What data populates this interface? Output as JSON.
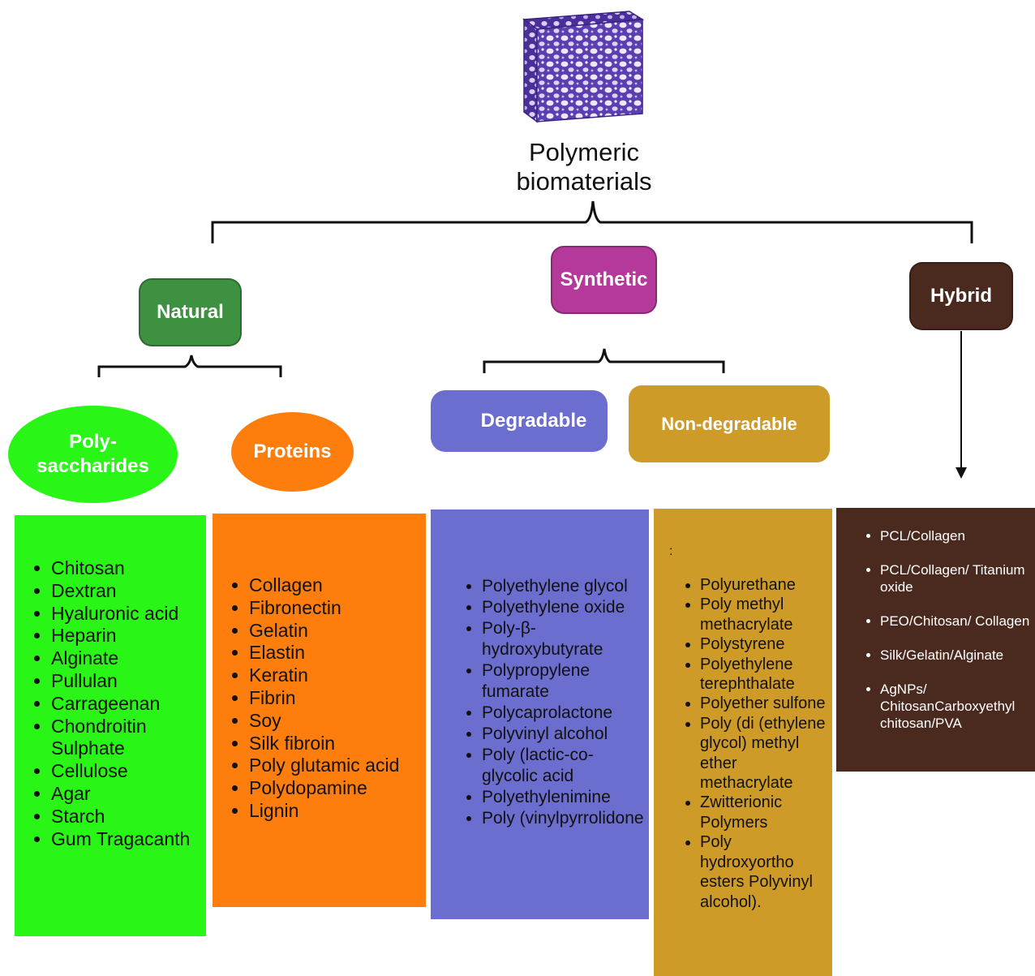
{
  "title": "Polymeric\nbiomaterials",
  "categories": {
    "natural": "Natural",
    "synthetic": "Synthetic",
    "hybrid": "Hybrid"
  },
  "subcategories": {
    "polysaccharides": "Poly-\nsaccharides",
    "proteins": "Proteins",
    "degradable": "Degradable",
    "non_degradable": "Non-degradable"
  },
  "lists": {
    "polysaccharides": [
      "Chitosan",
      "Dextran",
      "Hyaluronic acid",
      "Heparin",
      "Alginate",
      "Pullulan",
      "Carrageenan",
      "Chondroitin Sulphate",
      "Cellulose",
      "Agar",
      "Starch",
      "Gum Tragacanth"
    ],
    "proteins": [
      "Collagen",
      "Fibronectin",
      "Gelatin",
      "Elastin",
      "Keratin",
      "Fibrin",
      "Soy",
      "Silk fibroin",
      "Poly glutamic acid",
      "Polydopamine",
      "Lignin"
    ],
    "degradable": [
      "Polyethylene glycol",
      "Polyethylene oxide",
      "Poly-β-hydroxybutyrate",
      " Polypropylene fumarate",
      " Polycaprolactone",
      "Polyvinyl alcohol",
      "Poly (lactic-co-glycolic acid",
      "Polyethylenimine",
      "Poly (vinylpyrrolidone"
    ],
    "non_degradable_prefix": ":",
    "non_degradable": [
      "Polyurethane",
      "Poly methyl methacrylate",
      "Polystyrene",
      "Polyethylene terephthalate",
      "Polyether sulfone",
      "Poly (di (ethylene glycol) methyl ether methacrylate",
      "Zwitterionic Polymers",
      "Poly hydroxyortho esters Polyvinyl alcohol)."
    ],
    "hybrid": [
      "PCL/Collagen",
      "PCL/Collagen/ Titanium oxide",
      "PEO/Chitosan/ Collagen",
      "Silk/Gelatin/Alginate",
      "AgNPs/ ChitosanCarboxyethyl chitosan/PVA"
    ]
  },
  "colors": {
    "natural": "#3d9140",
    "synthetic": "#b5399a",
    "hybrid": "#4a2a1e",
    "polysaccharides": "#29f516",
    "proteins": "#fd7d0d",
    "degradable": "#6b6dcf",
    "non_degradable": "#cf9b28",
    "scaffold": "#6a4fc0"
  },
  "icons": {
    "scaffold": "porous-scaffold-cube-icon"
  }
}
